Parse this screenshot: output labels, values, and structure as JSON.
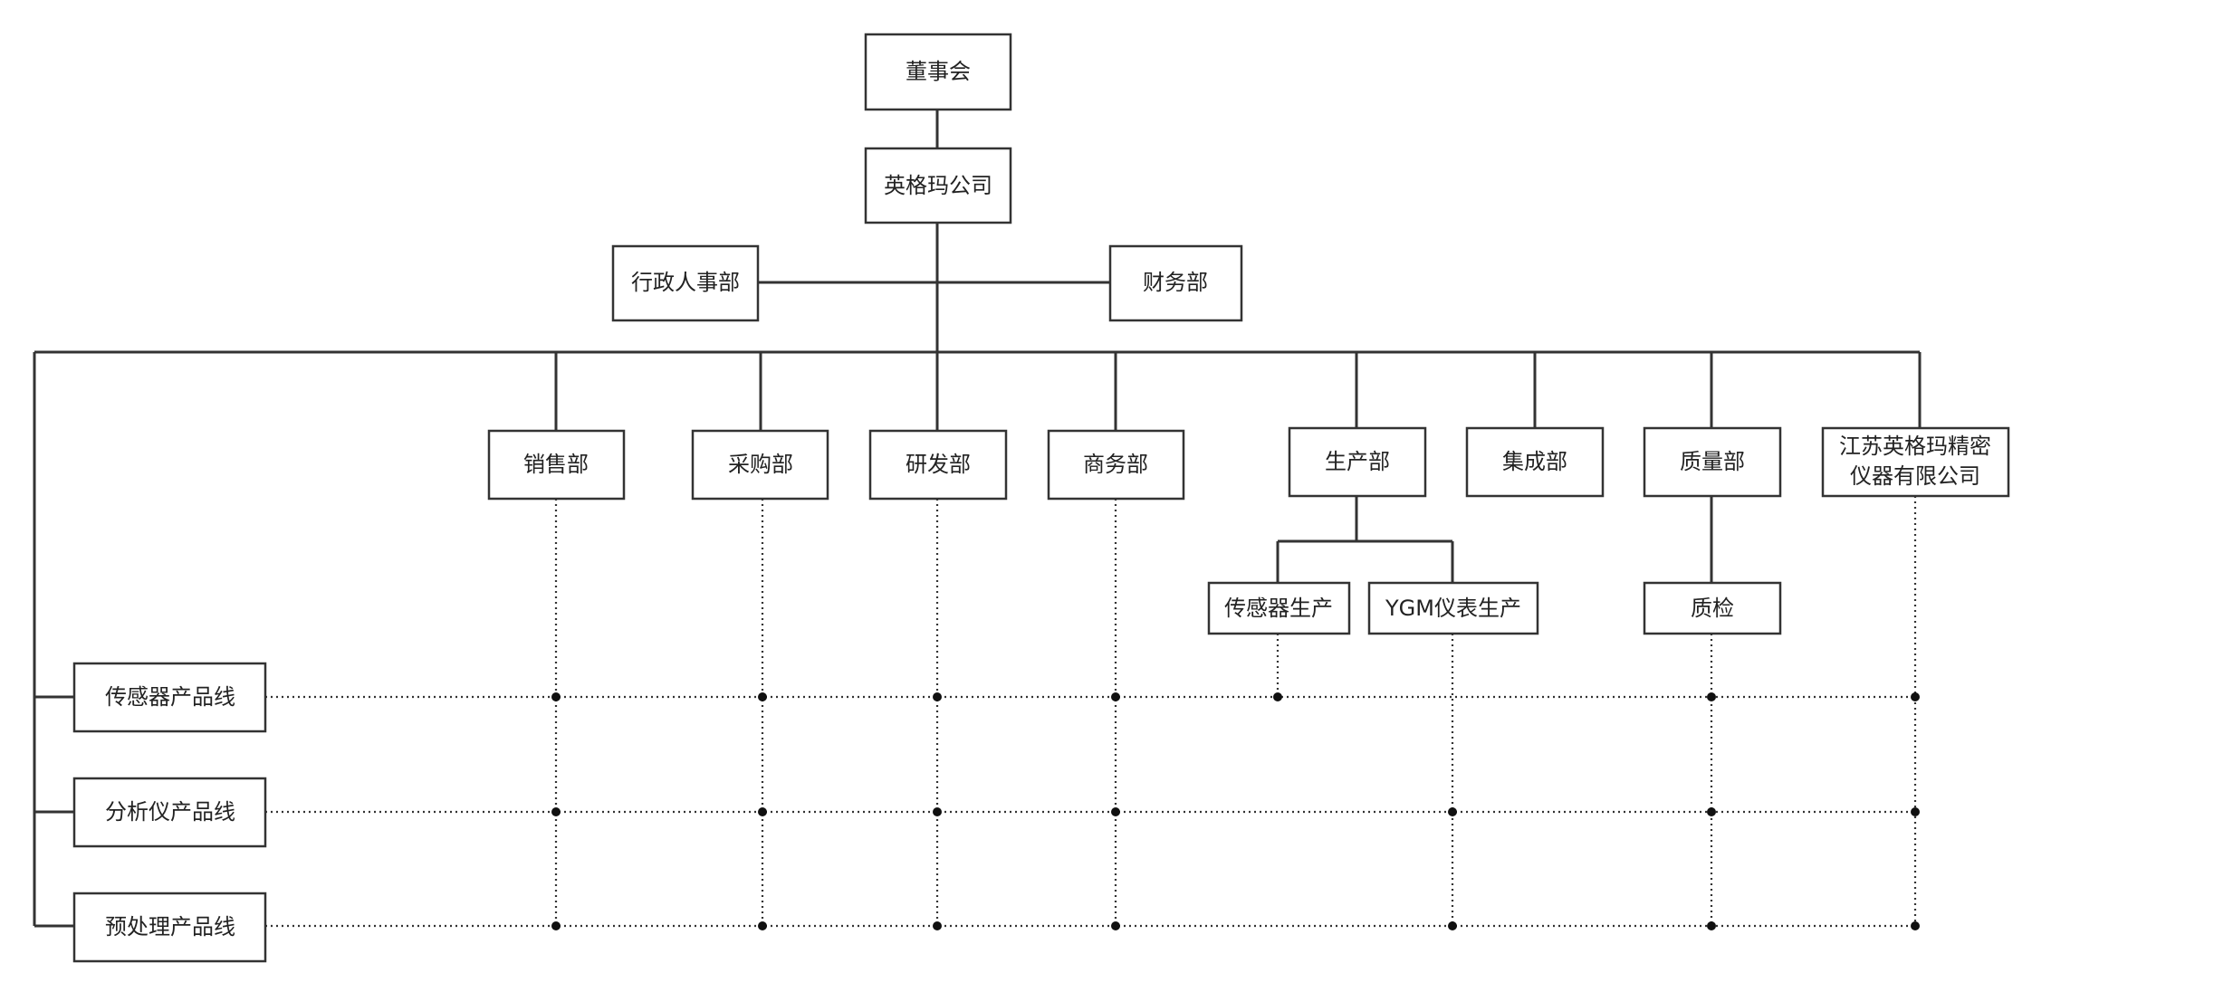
{
  "nodes": {
    "board": "董事会",
    "company": "英格玛公司",
    "admin_hr": "行政人事部",
    "finance": "财务部",
    "sales": "销售部",
    "purchasing": "采购部",
    "rd": "研发部",
    "business": "商务部",
    "production": "生产部",
    "integration": "集成部",
    "quality": "质量部",
    "jiangsu_line1": "江苏英格玛精密",
    "jiangsu_line2": "仪器有限公司",
    "sensor_production": "传感器生产",
    "ygm_production": "YGM仪表生产",
    "qc": "质检",
    "sensor_line": "传感器产品线",
    "analyzer_line": "分析仪产品线",
    "pretreatment_line": "预处理产品线"
  }
}
